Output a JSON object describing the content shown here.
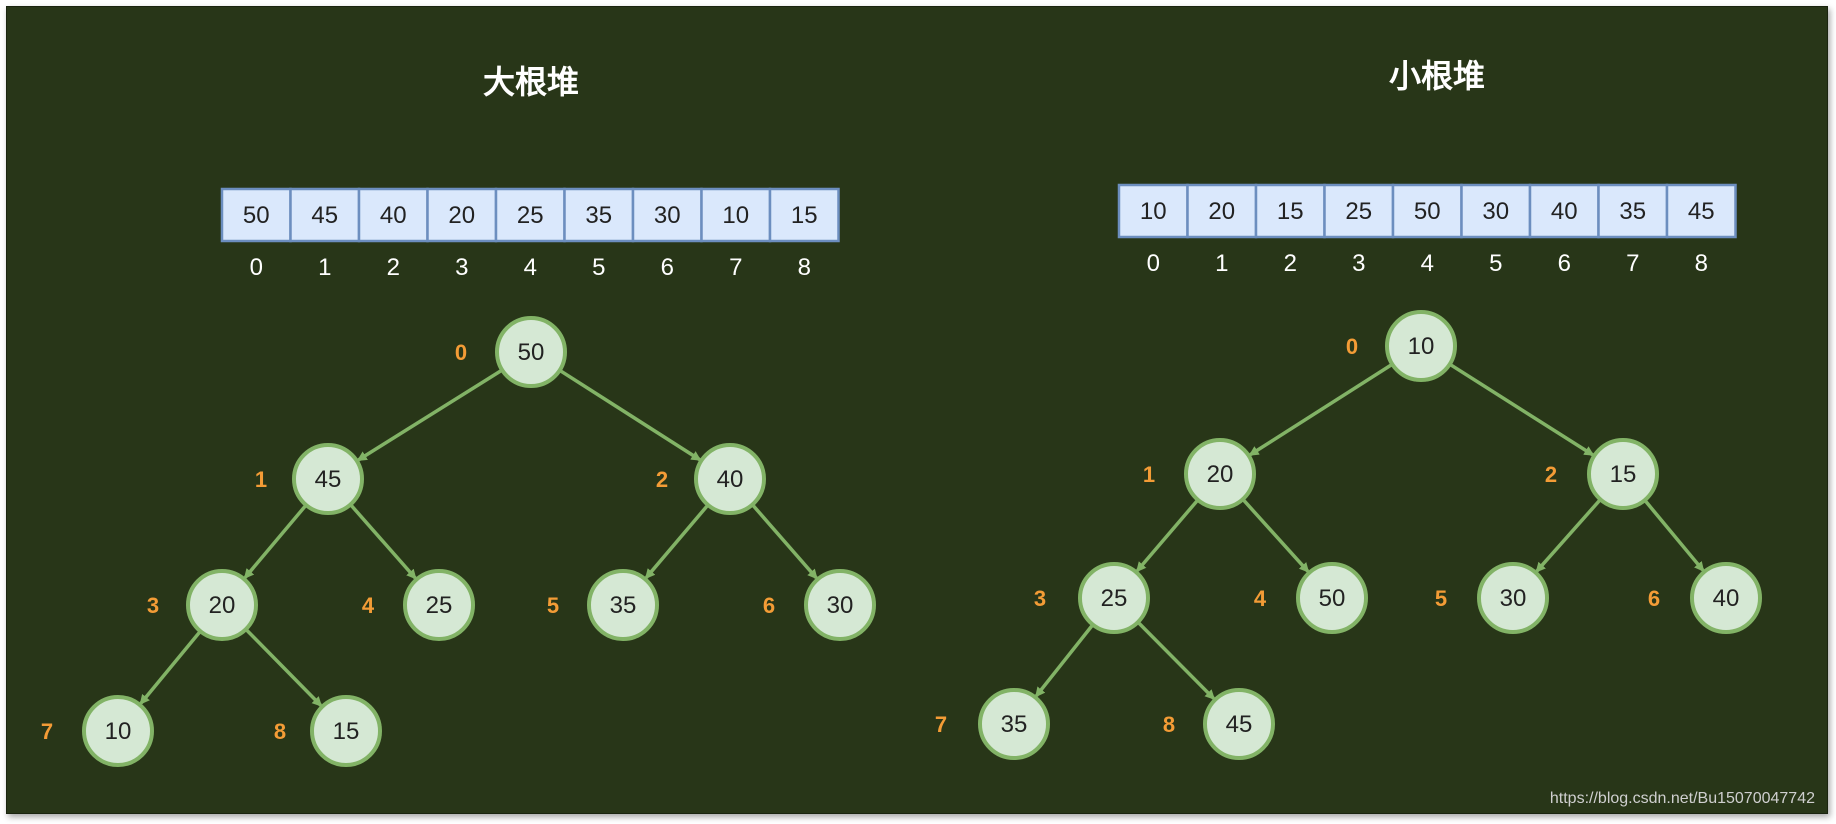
{
  "heaps": [
    {
      "id": "max-heap",
      "title": "大根堆",
      "array": [
        "50",
        "45",
        "40",
        "20",
        "25",
        "35",
        "30",
        "10",
        "15"
      ],
      "indices": [
        "0",
        "1",
        "2",
        "3",
        "4",
        "5",
        "6",
        "7",
        "8"
      ],
      "tree_edges": [
        [
          0,
          1
        ],
        [
          0,
          2
        ],
        [
          1,
          3
        ],
        [
          1,
          4
        ],
        [
          2,
          5
        ],
        [
          2,
          6
        ],
        [
          3,
          7
        ],
        [
          3,
          8
        ]
      ]
    },
    {
      "id": "min-heap",
      "title": "小根堆",
      "array": [
        "10",
        "20",
        "15",
        "25",
        "50",
        "30",
        "40",
        "35",
        "45"
      ],
      "indices": [
        "0",
        "1",
        "2",
        "3",
        "4",
        "5",
        "6",
        "7",
        "8"
      ],
      "tree_edges": [
        [
          0,
          1
        ],
        [
          0,
          2
        ],
        [
          1,
          3
        ],
        [
          1,
          4
        ],
        [
          2,
          5
        ],
        [
          2,
          6
        ],
        [
          3,
          7
        ],
        [
          3,
          8
        ]
      ]
    }
  ],
  "colors": {
    "background": "#283618",
    "cell_fill": "#dae8fc",
    "cell_stroke": "#6c8ebf",
    "node_fill": "#d5e8d4",
    "node_stroke": "#82b366",
    "index_label": "#f39c36",
    "title": "#ffffff"
  },
  "watermark": "https://blog.csdn.net/Bu15070047742"
}
